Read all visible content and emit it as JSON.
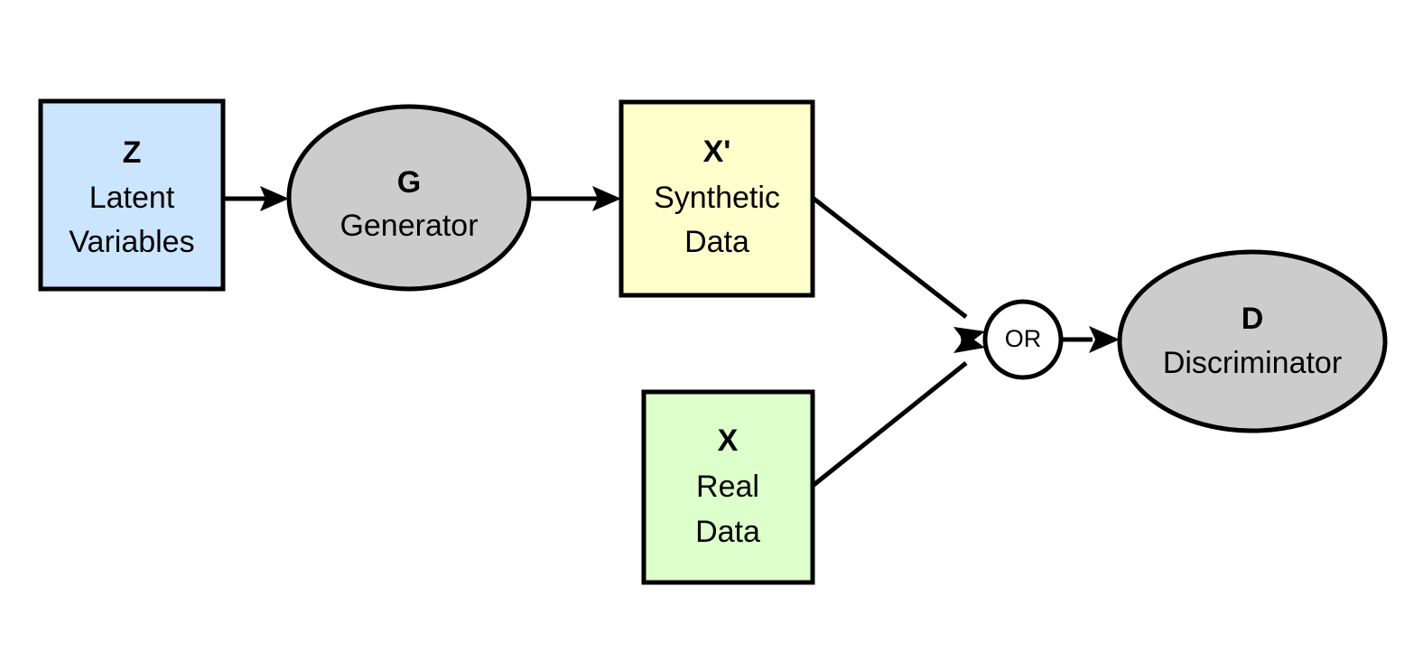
{
  "diagram": {
    "title": "GAN architecture flow diagram",
    "background_color": "#ffffff",
    "stroke_color": "#000000",
    "nodes": [
      {
        "id": "latent",
        "shape": "rectangle",
        "key": "Z",
        "desc_line1": "Latent",
        "desc_line2": "Variables",
        "fill": "#cce5ff"
      },
      {
        "id": "generator",
        "shape": "ellipse",
        "key": "G",
        "desc_line1": "Generator",
        "desc_line2": "",
        "fill": "#cccccc"
      },
      {
        "id": "synthetic",
        "shape": "rectangle",
        "key": "X'",
        "desc_line1": "Synthetic",
        "desc_line2": "Data",
        "fill": "#ffffcc"
      },
      {
        "id": "real",
        "shape": "rectangle",
        "key": "X",
        "desc_line1": "Real",
        "desc_line2": "Data",
        "fill": "#ddffcc"
      },
      {
        "id": "junction",
        "shape": "circle",
        "key": "OR",
        "desc_line1": "",
        "desc_line2": "",
        "fill": "#ffffff"
      },
      {
        "id": "discriminator",
        "shape": "ellipse",
        "key": "D",
        "desc_line1": "Discriminator",
        "desc_line2": "",
        "fill": "#cccccc"
      }
    ],
    "edges": [
      {
        "id": "edge-latent-generator",
        "from": "latent",
        "to": "generator",
        "label": ""
      },
      {
        "id": "edge-generator-synthetic",
        "from": "generator",
        "to": "synthetic",
        "label": ""
      },
      {
        "id": "edge-synthetic-junction",
        "from": "synthetic",
        "to": "junction",
        "label": ""
      },
      {
        "id": "edge-real-junction",
        "from": "real",
        "to": "junction",
        "label": ""
      },
      {
        "id": "edge-junction-discriminator",
        "from": "junction",
        "to": "discriminator",
        "label": ""
      }
    ]
  }
}
